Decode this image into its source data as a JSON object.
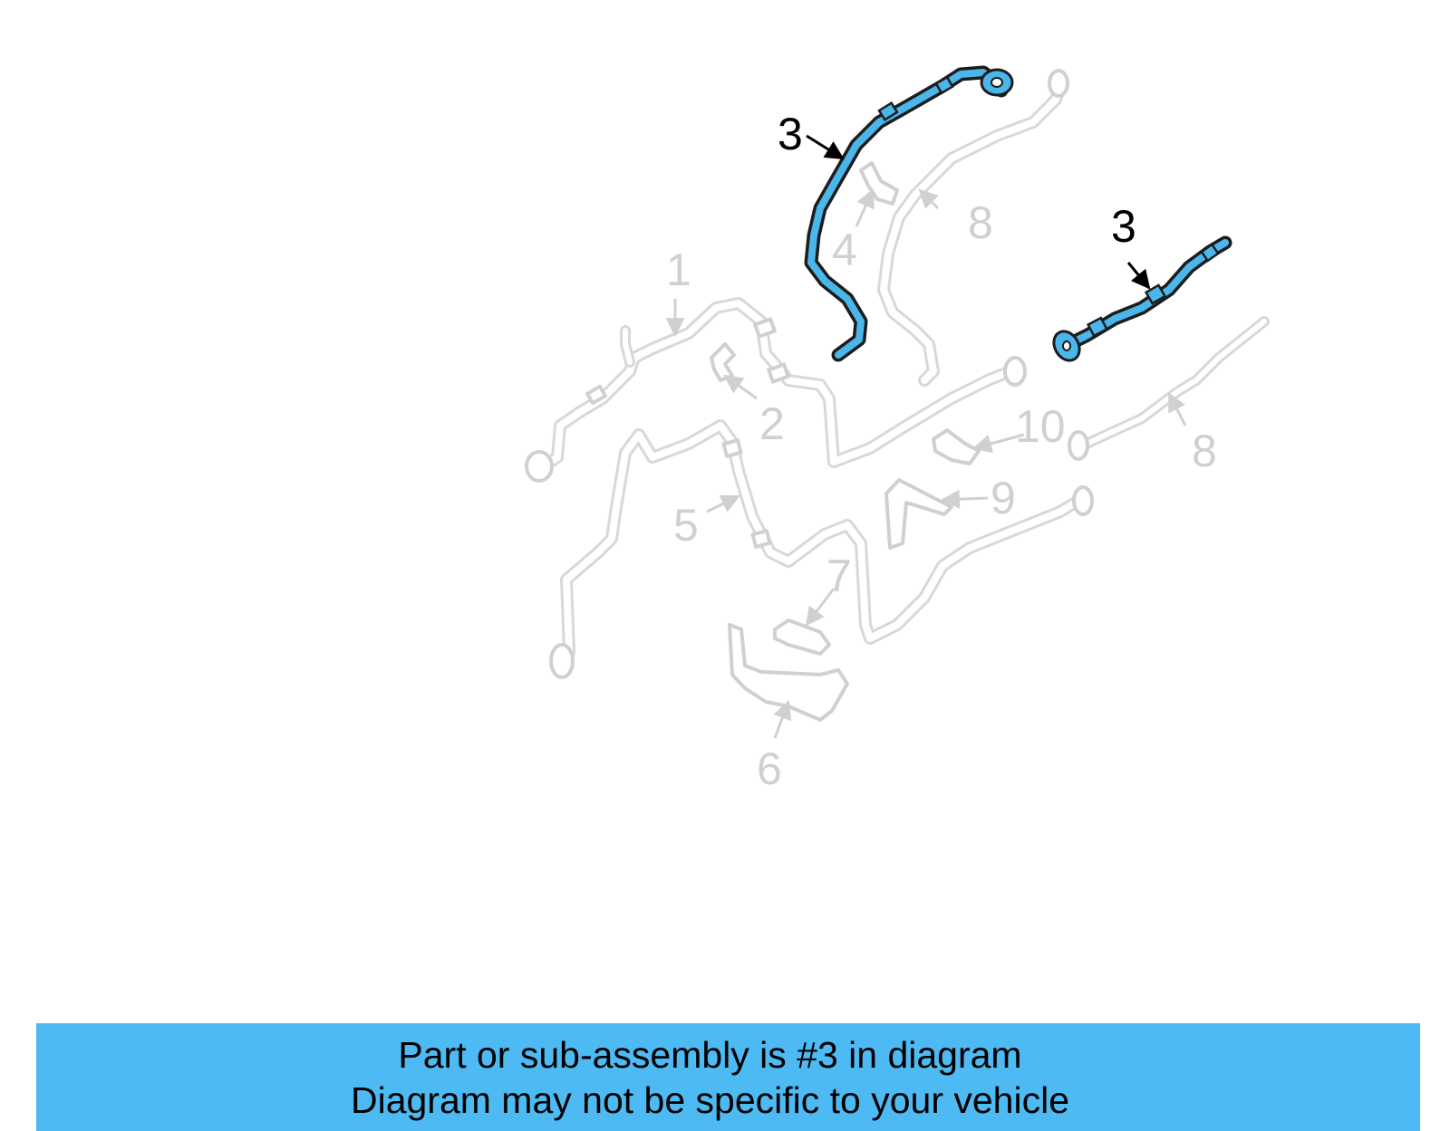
{
  "diagram": {
    "callouts": {
      "c1": "1",
      "c2": "2",
      "c3a": "3",
      "c3b": "3",
      "c4": "4",
      "c5": "5",
      "c6": "6",
      "c7": "7",
      "c8a": "8",
      "c8b": "8",
      "c9": "9",
      "c10": "10"
    },
    "highlight_color": "#4bb6ea",
    "ghost_color": "#d0d0d0"
  },
  "banner": {
    "line1": "Part or sub-assembly is #3 in diagram",
    "line2": "Diagram may not be specific to your vehicle",
    "color": "#4dbaf3"
  }
}
